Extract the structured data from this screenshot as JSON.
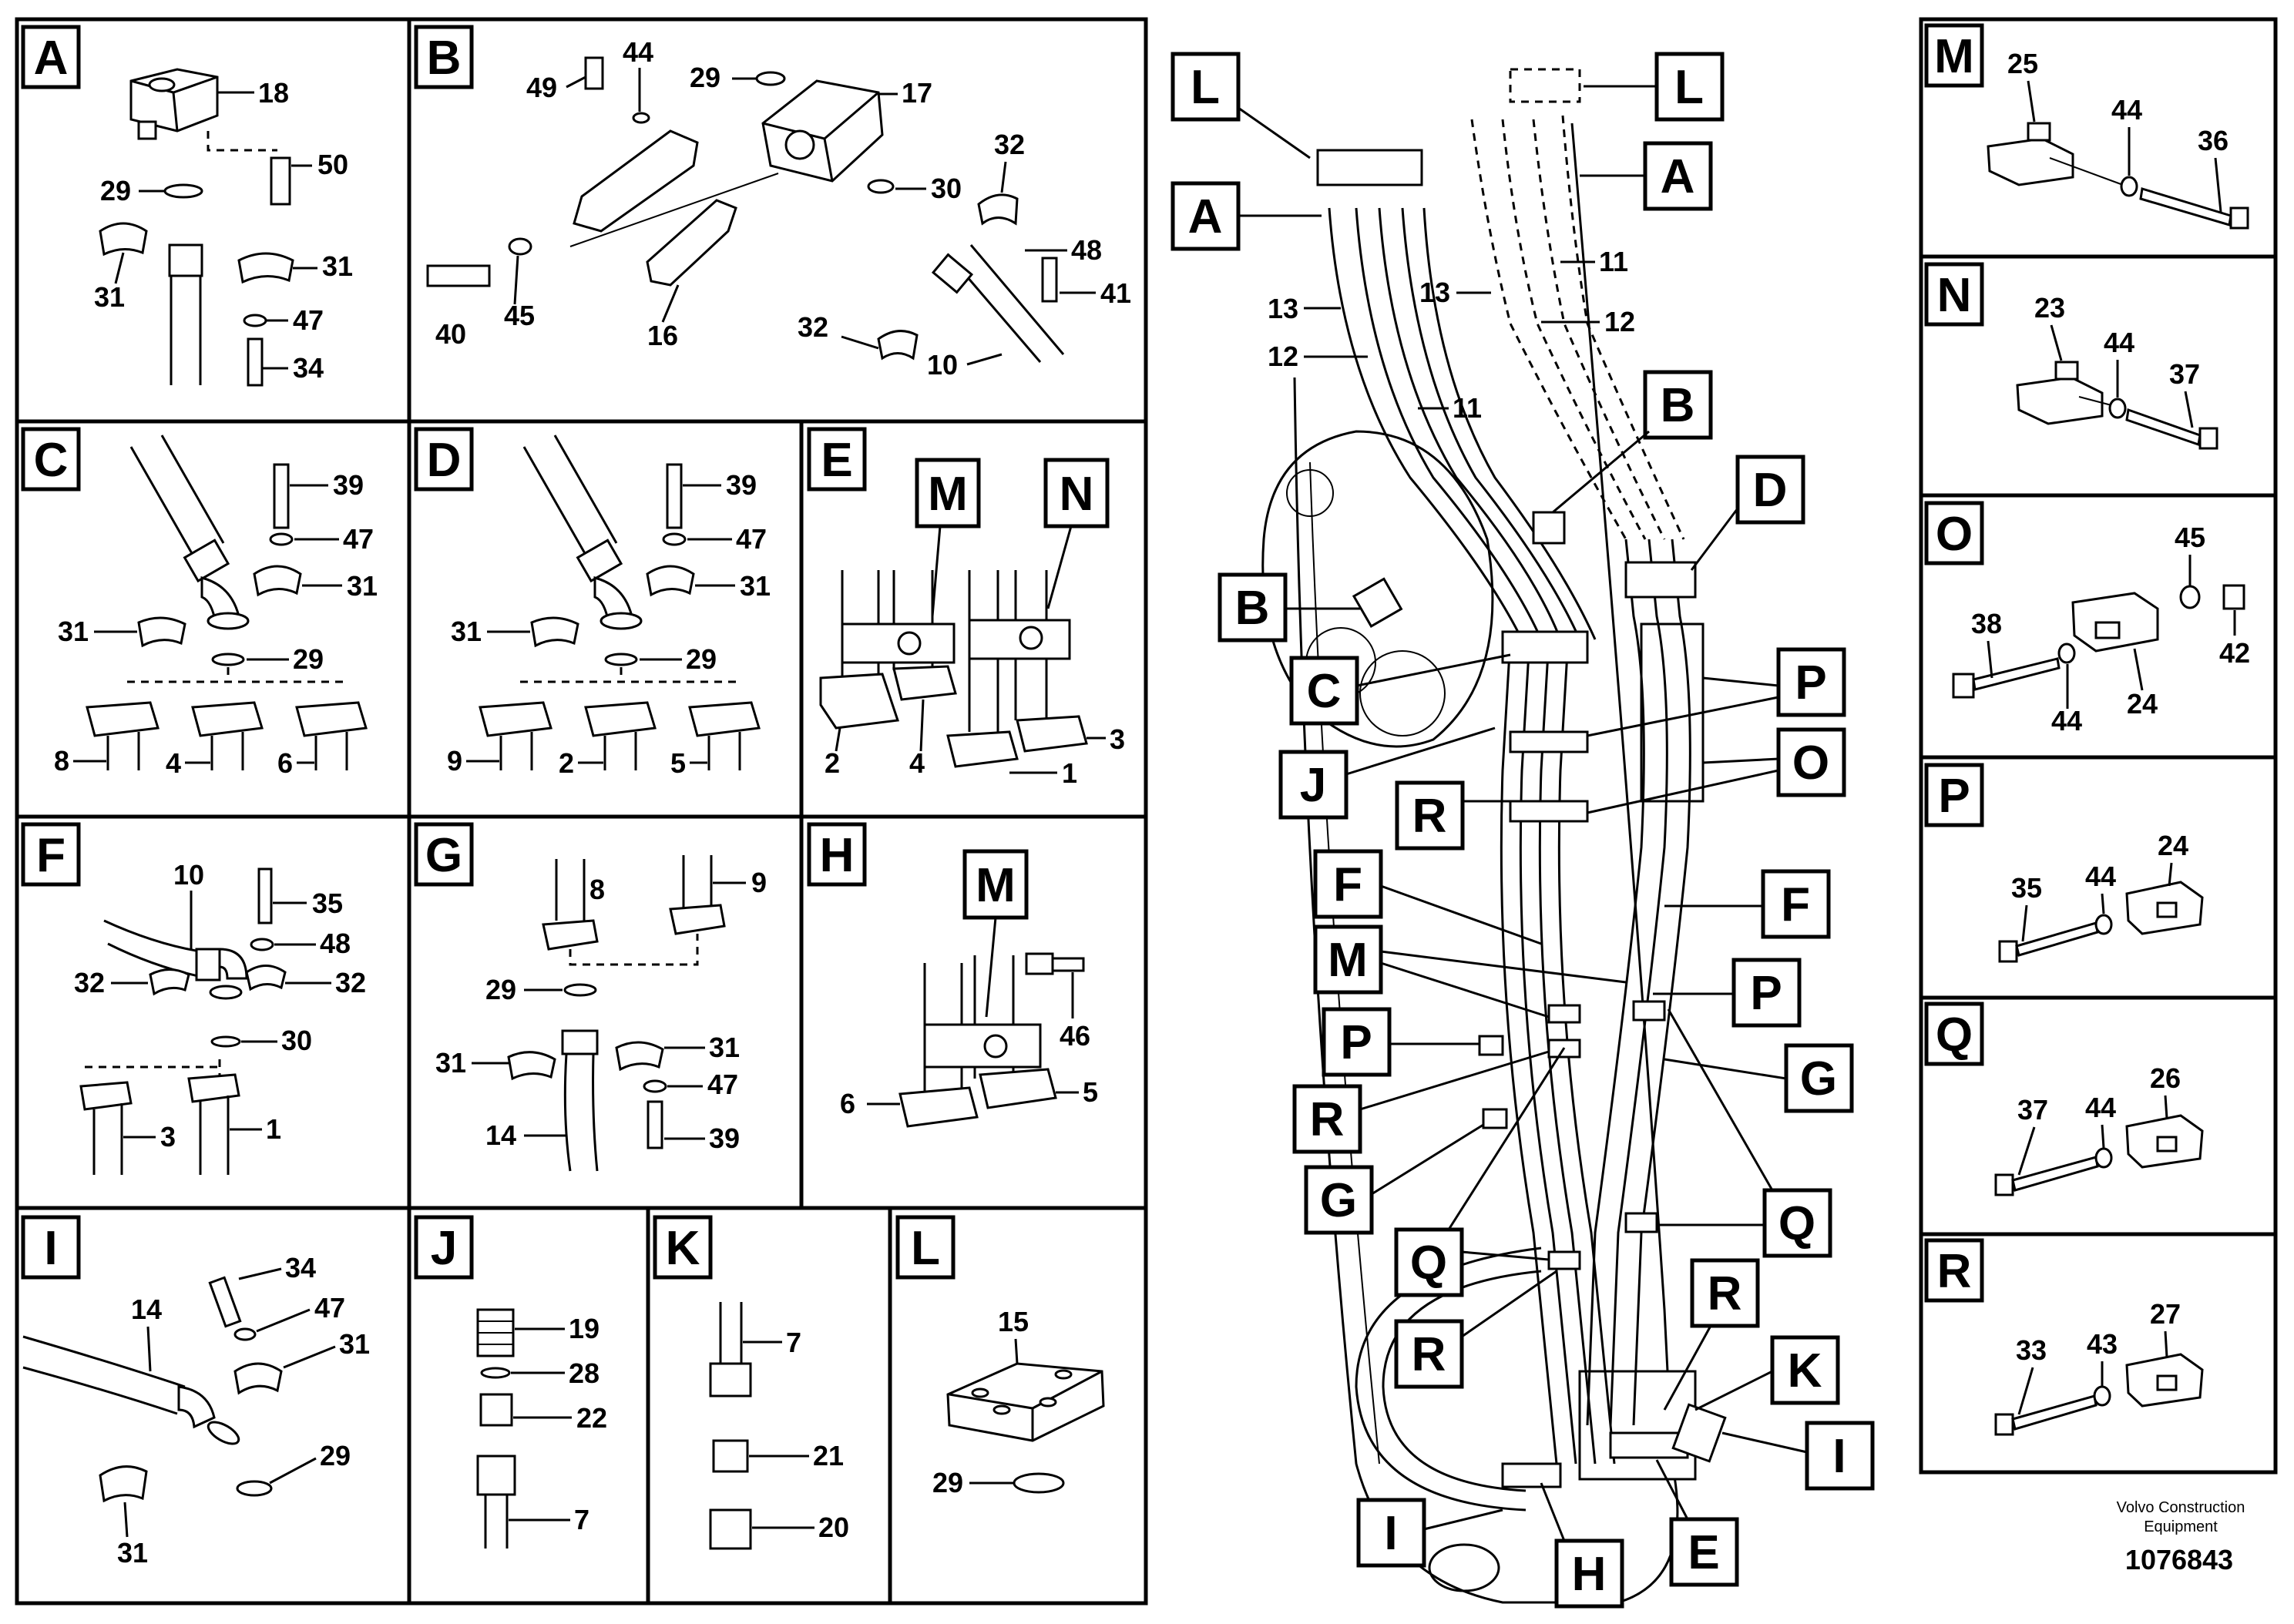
{
  "panels": {
    "A": {
      "letter": "A",
      "callouts": [
        "18",
        "50",
        "29",
        "31",
        "31",
        "47",
        "34"
      ]
    },
    "B": {
      "letter": "B",
      "callouts": [
        "49",
        "44",
        "29",
        "17",
        "32",
        "30",
        "48",
        "41",
        "40",
        "45",
        "16",
        "32",
        "10"
      ]
    },
    "C": {
      "letter": "C",
      "callouts": [
        "39",
        "47",
        "31",
        "31",
        "29",
        "8",
        "4",
        "6"
      ]
    },
    "D": {
      "letter": "D",
      "callouts": [
        "39",
        "47",
        "31",
        "31",
        "29",
        "9",
        "2",
        "5"
      ]
    },
    "E": {
      "letter": "E",
      "sub": [
        "M",
        "N"
      ],
      "callouts": [
        "2",
        "4",
        "3",
        "1"
      ]
    },
    "F": {
      "letter": "F",
      "callouts": [
        "10",
        "35",
        "48",
        "32",
        "32",
        "30",
        "3",
        "1"
      ]
    },
    "G": {
      "letter": "G",
      "callouts": [
        "8",
        "9",
        "29",
        "31",
        "31",
        "47",
        "14",
        "39"
      ]
    },
    "H": {
      "letter": "H",
      "sub": [
        "M"
      ],
      "callouts": [
        "46",
        "6",
        "5"
      ]
    },
    "I": {
      "letter": "I",
      "callouts": [
        "34",
        "47",
        "14",
        "31",
        "29",
        "31"
      ]
    },
    "J": {
      "letter": "J",
      "callouts": [
        "19",
        "28",
        "22",
        "7"
      ]
    },
    "K": {
      "letter": "K",
      "callouts": [
        "7",
        "21",
        "20"
      ]
    },
    "L": {
      "letter": "L",
      "callouts": [
        "15",
        "29"
      ]
    },
    "M": {
      "letter": "M",
      "callouts": [
        "25",
        "44",
        "36"
      ]
    },
    "N": {
      "letter": "N",
      "callouts": [
        "23",
        "44",
        "37"
      ]
    },
    "O": {
      "letter": "O",
      "callouts": [
        "45",
        "38",
        "42",
        "44",
        "24"
      ]
    },
    "P": {
      "letter": "P",
      "callouts": [
        "24",
        "44",
        "35"
      ]
    },
    "Q": {
      "letter": "Q",
      "callouts": [
        "26",
        "37",
        "44"
      ]
    },
    "R": {
      "letter": "R",
      "callouts": [
        "27",
        "43",
        "33"
      ]
    }
  },
  "main": {
    "view_labels": [
      "L",
      "L",
      "A",
      "A",
      "B",
      "B",
      "D",
      "C",
      "P",
      "O",
      "J",
      "R",
      "F",
      "F",
      "M",
      "P",
      "P",
      "G",
      "R",
      "G",
      "Q",
      "Q",
      "R",
      "R",
      "K",
      "I",
      "I",
      "H",
      "E"
    ],
    "hose_callouts": [
      "13",
      "12",
      "11",
      "13",
      "11",
      "12"
    ]
  },
  "footer": {
    "company_line1": "Volvo Construction",
    "company_line2": "Equipment",
    "ref_number": "1076843"
  }
}
